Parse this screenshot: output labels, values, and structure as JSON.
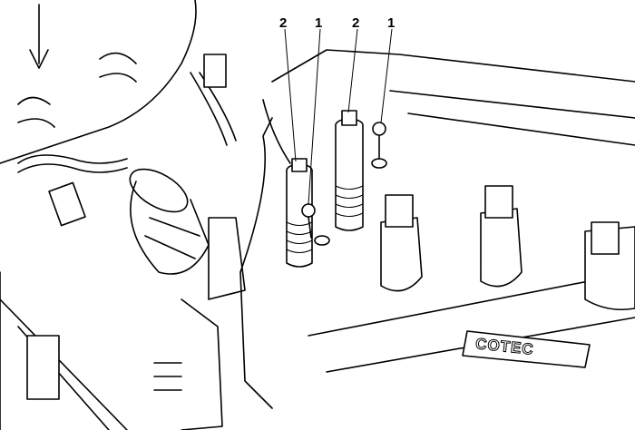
{
  "diagram": {
    "callouts": [
      {
        "label": "2",
        "target": "solenoid-left"
      },
      {
        "label": "1",
        "target": "bolt-left"
      },
      {
        "label": "2",
        "target": "solenoid-right"
      },
      {
        "label": "1",
        "target": "bolt-right"
      }
    ],
    "engine_cover_logo": "COTEC",
    "direction_arrow": "arrow-down",
    "colors": {
      "line": "#000000",
      "background": "#ffffff"
    }
  }
}
